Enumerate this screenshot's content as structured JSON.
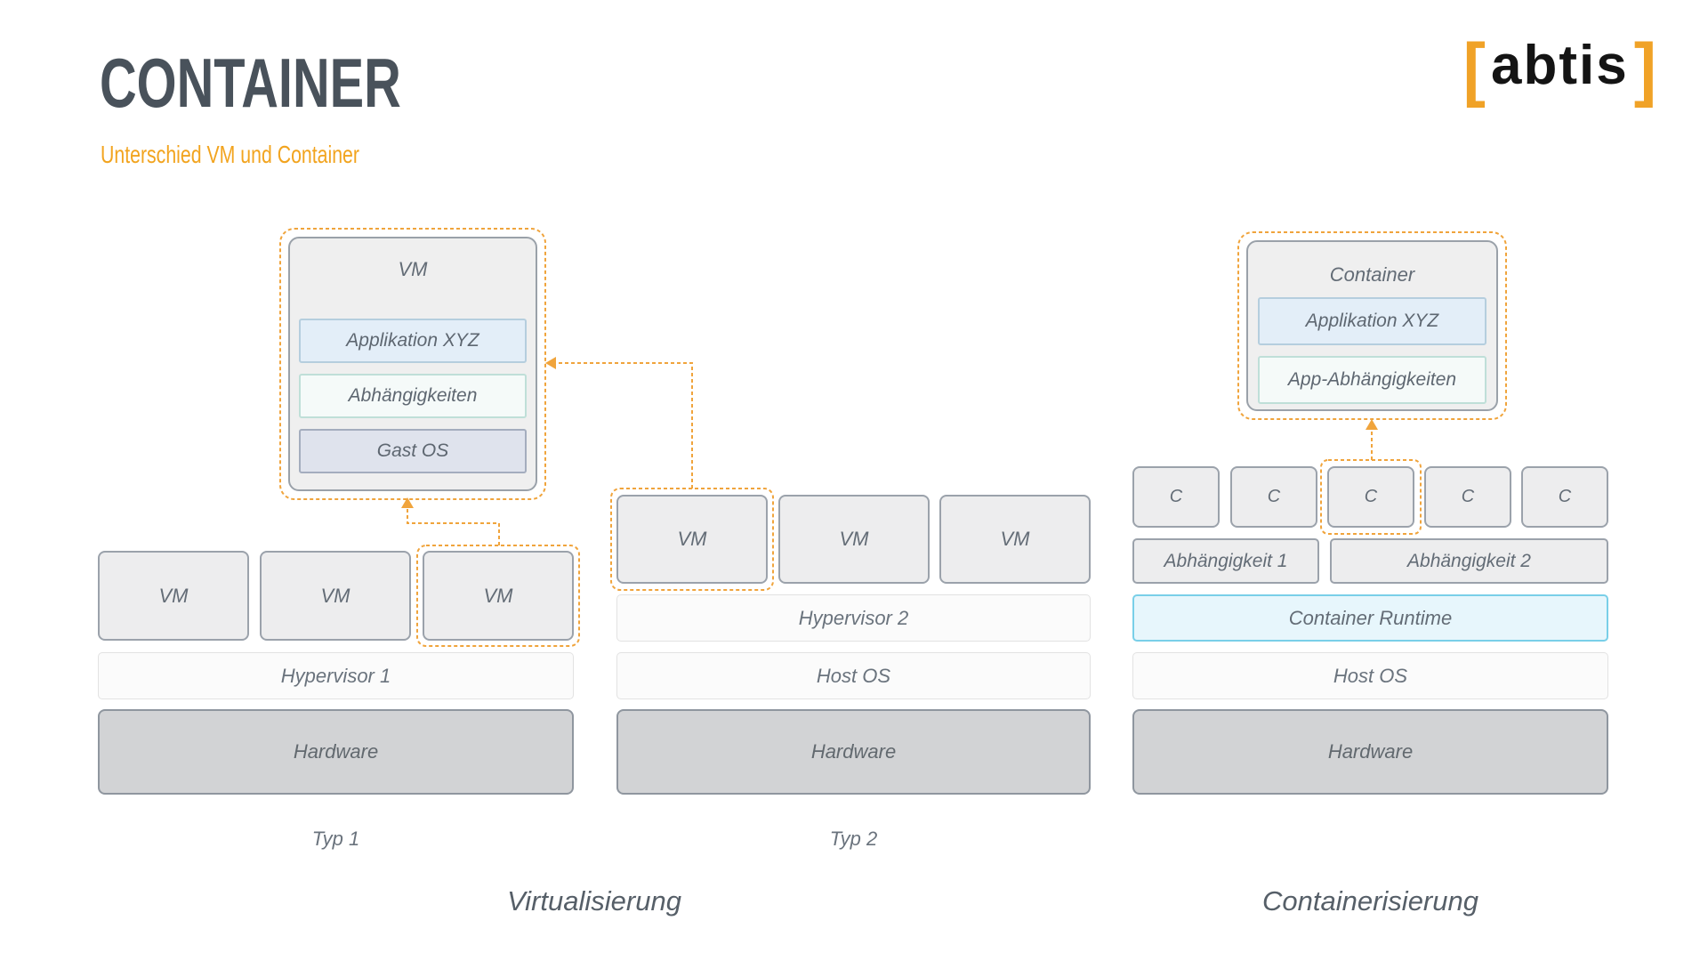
{
  "header": {
    "title": "CONTAINER",
    "subtitle": "Unterschied VM und Container"
  },
  "logo": {
    "bracket_left": "[",
    "text": "abtis",
    "bracket_right": "]"
  },
  "vm_detail": {
    "title": "VM",
    "layers": [
      "Applikation XYZ",
      "Abhängigkeiten",
      "Gast OS"
    ]
  },
  "container_detail": {
    "title": "Container",
    "layers": [
      "Applikation XYZ",
      "App-Abhängigkeiten"
    ]
  },
  "typ1": {
    "vms": [
      "VM",
      "VM",
      "VM"
    ],
    "hypervisor": "Hypervisor 1",
    "hardware": "Hardware",
    "label": "Typ 1"
  },
  "typ2": {
    "vms": [
      "VM",
      "VM",
      "VM"
    ],
    "hypervisor": "Hypervisor 2",
    "host_os": "Host OS",
    "hardware": "Hardware",
    "label": "Typ 2"
  },
  "containers": {
    "cs": [
      "C",
      "C",
      "C",
      "C",
      "C"
    ],
    "deps": [
      "Abhängigkeit 1",
      "Abhängigkeit 2"
    ],
    "runtime": "Container Runtime",
    "host_os": "Host OS",
    "hardware": "Hardware"
  },
  "sections": {
    "left": "Virtualisierung",
    "right": "Containerisierung"
  },
  "colors": {
    "accent_orange": "#F0A43C",
    "title_gray": "#49525B",
    "subtitle_orange": "#F2A41F",
    "box_fill": "#EDEDEE",
    "hardware_fill": "#D2D3D5",
    "runtime_border": "#79CFE8",
    "app_fill": "#E3EEF8",
    "dep_fill": "#F5FAF9",
    "gastos_fill": "#DFE3ED"
  }
}
